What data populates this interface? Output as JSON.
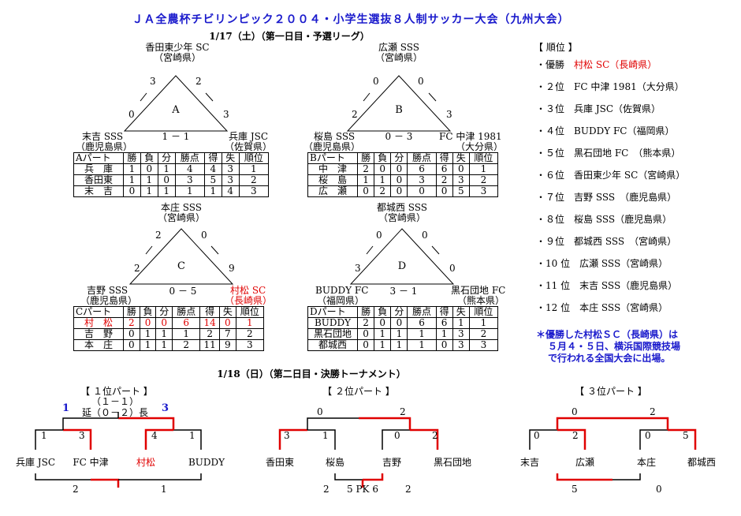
{
  "title": "ＪＡ全農杯チビリンピック２００４・小学生選抜８人制サッカー大会（九州大会）",
  "day1": {
    "label": "1/17（土）（第一日目・予選リーグ）"
  },
  "day2": {
    "label": "1/18（日）（第二日目・決勝トーナメント）"
  },
  "groups": [
    {
      "letter": "A",
      "top": {
        "name": "香田東少年 SC",
        "pref": "（宮崎県）"
      },
      "left": {
        "name": "末吉 SSS",
        "pref": "（鹿児島県）"
      },
      "right": {
        "name": "兵庫 JSC",
        "pref": "（佐賀県）"
      },
      "score_tl": "3",
      "score_tr": "2",
      "score_l": "0",
      "score_r": "3",
      "score_bottom": "1 － 1",
      "header": [
        "Aパート",
        "勝",
        "負",
        "分",
        "勝点",
        "得",
        "失",
        "順位"
      ],
      "rows": [
        [
          "兵　庫",
          "1",
          "0",
          "1",
          "4",
          "4",
          "3",
          "1"
        ],
        [
          "香田東",
          "1",
          "1",
          "0",
          "3",
          "5",
          "3",
          "2"
        ],
        [
          "末　吉",
          "0",
          "1",
          "1",
          "1",
          "1",
          "4",
          "3"
        ]
      ]
    },
    {
      "letter": "B",
      "top": {
        "name": "広瀬 SSS",
        "pref": "（宮崎県）"
      },
      "left": {
        "name": "桜島 SSS",
        "pref": "（鹿児島県）"
      },
      "right": {
        "name": "FC 中津 1981",
        "pref": "（大分県）"
      },
      "score_tl": "0",
      "score_tr": "0",
      "score_l": "2",
      "score_r": "3",
      "score_bottom": "0 － 3",
      "header": [
        "Bパート",
        "勝",
        "負",
        "分",
        "勝点",
        "得",
        "失",
        "順位"
      ],
      "rows": [
        [
          "中　津",
          "2",
          "0",
          "0",
          "6",
          "6",
          "0",
          "1"
        ],
        [
          "桜　島",
          "1",
          "1",
          "0",
          "3",
          "2",
          "3",
          "2"
        ],
        [
          "広　瀬",
          "0",
          "2",
          "0",
          "0",
          "0",
          "5",
          "3"
        ]
      ]
    },
    {
      "letter": "C",
      "top": {
        "name": "本庄 SSS",
        "pref": "（宮崎県）"
      },
      "left": {
        "name": "吉野 SSS",
        "pref": "（鹿児島県）"
      },
      "right": {
        "name": "村松 SC",
        "pref": "（長崎県）"
      },
      "score_tl": "2",
      "score_tr": "0",
      "score_l": "2",
      "score_r": "9",
      "score_bottom": "0 － 5",
      "header": [
        "Cパート",
        "勝",
        "負",
        "分",
        "勝点",
        "得",
        "失",
        "順位"
      ],
      "rows": [
        [
          "村　松",
          "2",
          "0",
          "0",
          "6",
          "14",
          "0",
          "1"
        ],
        [
          "吉　野",
          "0",
          "1",
          "1",
          "1",
          "2",
          "7",
          "2"
        ],
        [
          "本　庄",
          "0",
          "1",
          "1",
          "2",
          "11",
          "9",
          "3"
        ]
      ]
    },
    {
      "letter": "D",
      "top": {
        "name": "都城西 SSS",
        "pref": "（宮崎県）"
      },
      "left": {
        "name": "BUDDY FC",
        "pref": "（福岡県）"
      },
      "right": {
        "name": "黒石団地 FC",
        "pref": "（熊本県）"
      },
      "score_tl": "0",
      "score_tr": "0",
      "score_l": "3",
      "score_r": "0",
      "score_bottom": "3 － 1",
      "header": [
        "Dパート",
        "勝",
        "負",
        "分",
        "勝点",
        "得",
        "失",
        "順位"
      ],
      "rows": [
        [
          "BUDDY",
          "2",
          "0",
          "0",
          "6",
          "6",
          "1",
          "1"
        ],
        [
          "黒石団地",
          "0",
          "1",
          "1",
          "1",
          "1",
          "3",
          "2"
        ],
        [
          "都城西",
          "0",
          "1",
          "1",
          "1",
          "0",
          "3",
          "3"
        ]
      ]
    }
  ],
  "rankings": {
    "heading": "【 順位 】",
    "items": [
      {
        "rank": "・優勝",
        "team": "村松 SC（長崎県）"
      },
      {
        "rank": "・２位",
        "team": "FC 中津 1981（大分県）"
      },
      {
        "rank": "・３位",
        "team": "兵庫 JSC（佐賀県）"
      },
      {
        "rank": "・４位",
        "team": "BUDDY FC（福岡県）"
      },
      {
        "rank": "・５位",
        "team": "黒石団地 FC　（熊本県）"
      },
      {
        "rank": "・６位",
        "team": "香田東少年 SC（宮崎県）"
      },
      {
        "rank": "・７位",
        "team": "吉野 SSS　（鹿児島県）"
      },
      {
        "rank": "・８位",
        "team": "桜島 SSS（鹿児島県）"
      },
      {
        "rank": "・９位",
        "team": "都城西 SSS　（宮崎県）"
      },
      {
        "rank": "・10 位",
        "team": "広瀬 SSS（宮崎県）"
      },
      {
        "rank": "・11 位",
        "team": "末吉 SSS（鹿児島県）"
      },
      {
        "rank": "・12 位",
        "team": "本庄 SSS（宮崎県）"
      }
    ],
    "note": [
      "＊優勝した村松ＳＣ（長崎県）は",
      "５月４・５日、横浜国際競技場",
      "で行われる全国大会に出場。"
    ]
  },
  "bracket1": {
    "heading": "【 １位パート 】",
    "teams": [
      "兵庫 JSC",
      "FC 中津",
      "村松",
      "BUDDY"
    ],
    "s_left_a": "1",
    "s_left_b": "3",
    "s_right_a": "4",
    "s_right_b": "1",
    "final_pk_left": "1",
    "final_pk_right": "3",
    "final_line1": "（１－１）",
    "final_line2": "延（０－２）長",
    "third_left": "2",
    "third_right": "1"
  },
  "bracket2": {
    "heading": "【 ２位パート 】",
    "teams": [
      "香田東",
      "桜島",
      "吉野",
      "黒石団地"
    ],
    "s_left_a": "3",
    "s_left_b": "1",
    "s_right_a": "0",
    "s_right_b": "2",
    "final_left": "0",
    "final_right": "2",
    "bottom_left": "2",
    "bottom_pk": "5 PK 6",
    "bottom_right": "2"
  },
  "bracket3": {
    "heading": "【 ３位パート 】",
    "teams": [
      "末吉",
      "広瀬",
      "本庄",
      "都城西"
    ],
    "s_left_a": "0",
    "s_left_b": "2",
    "s_right_a": "0",
    "s_right_b": "5",
    "final_left": "0",
    "final_right": "2",
    "bottom_left": "5",
    "bottom_right": "0"
  }
}
